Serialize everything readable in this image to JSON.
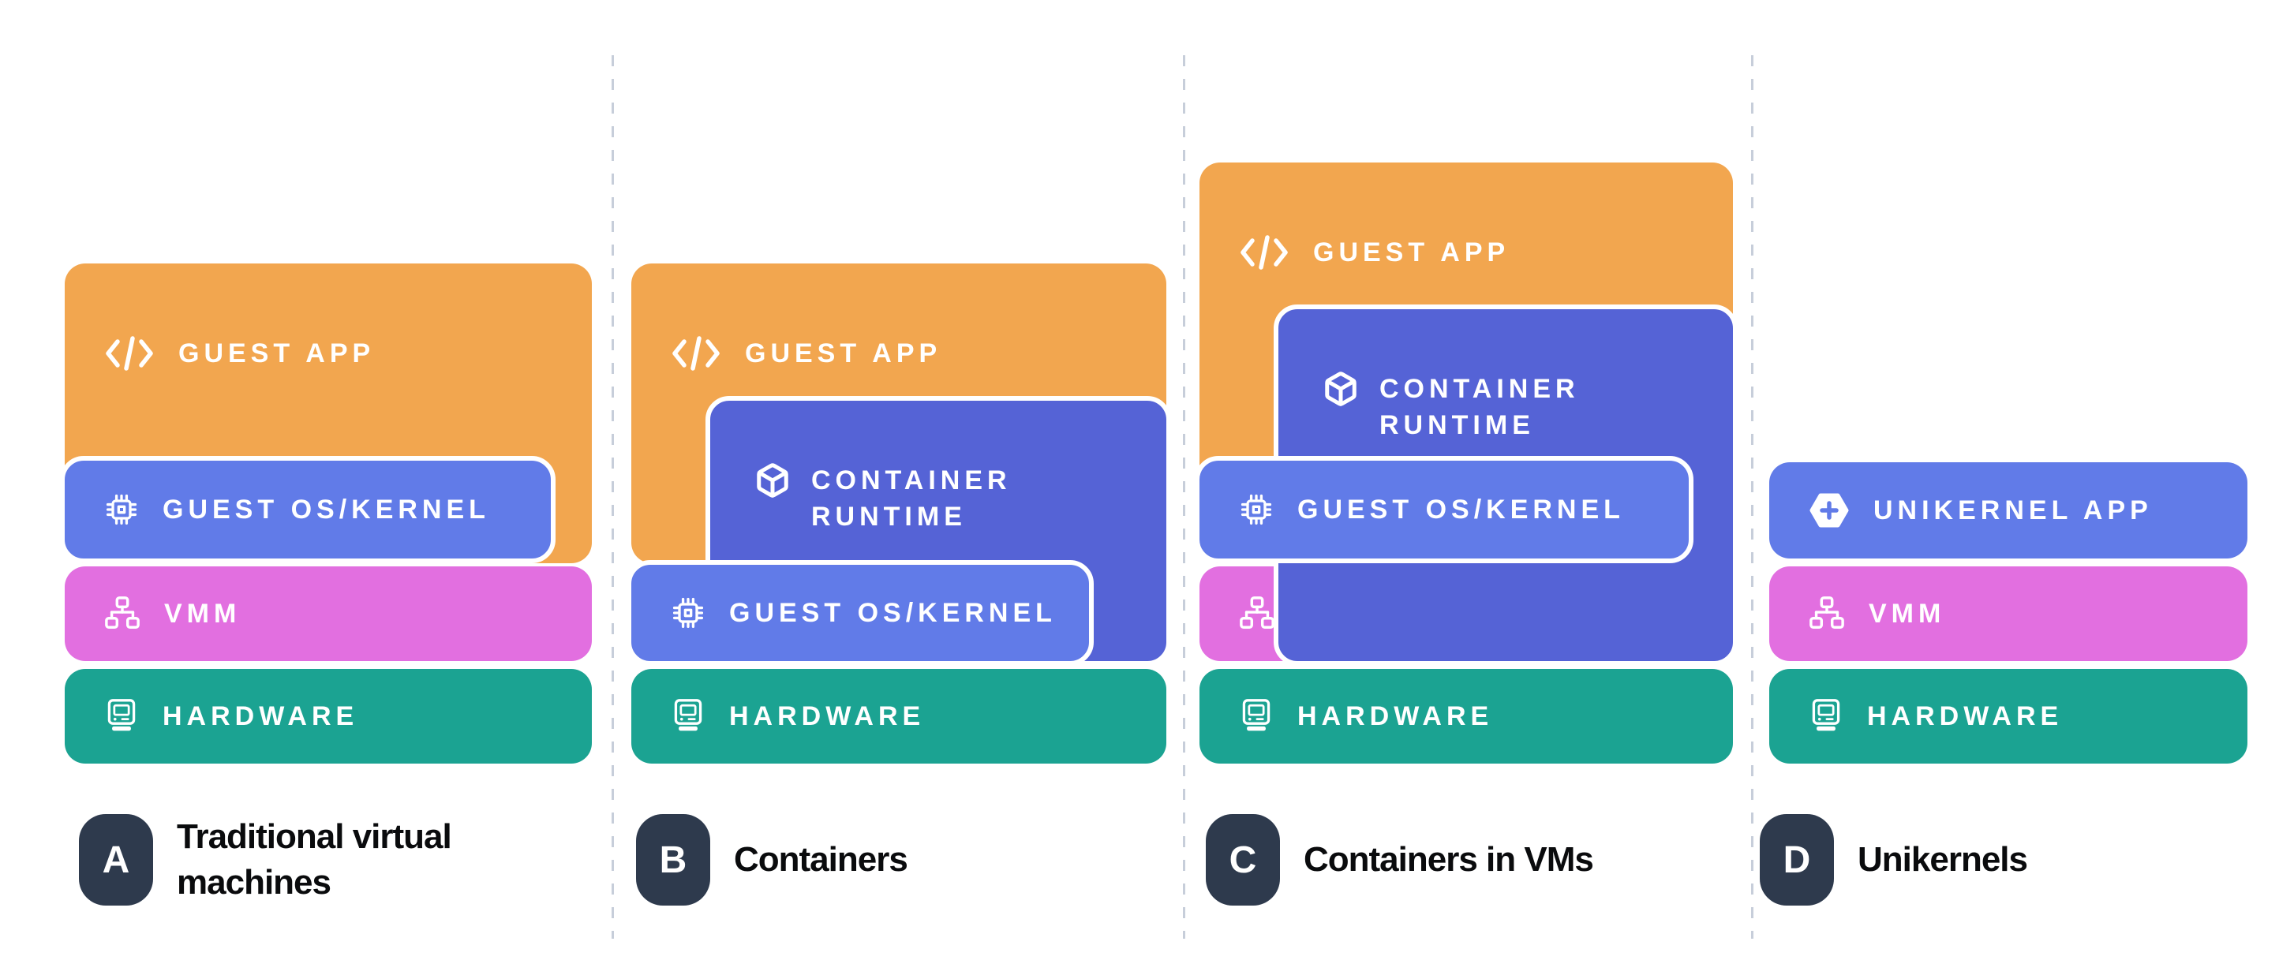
{
  "colors": {
    "orange": "#F2A64F",
    "app_blue": "#617BE8",
    "runtime_indigo": "#5563D6",
    "pink": "#E26FE0",
    "teal": "#1BA392",
    "badge_dark": "#2E3A4D",
    "divider": "#C7CEDA",
    "title_text": "#0A0B0D"
  },
  "labels": {
    "guest_app": "GUEST APP",
    "container_runtime": "CONTAINER RUNTIME",
    "guest_os": "GUEST OS/KERNEL",
    "vmm": "VMM",
    "hardware": "HARDWARE",
    "unikernel_app": "UNIKERNEL APP"
  },
  "icons": {
    "guest_app": "code-icon",
    "container_runtime": "cube-icon",
    "guest_os": "chip-icon",
    "vmm": "network-icon",
    "hardware": "monitor-icon",
    "unikernel_app": "hexagon-plus-icon"
  },
  "panels": [
    {
      "badge": "A",
      "title": "Traditional virtual machines",
      "layers": [
        "GUEST APP",
        "GUEST OS/KERNEL",
        "VMM",
        "HARDWARE"
      ]
    },
    {
      "badge": "B",
      "title": "Containers",
      "layers": [
        "GUEST APP",
        "CONTAINER RUNTIME",
        "GUEST OS/KERNEL",
        "HARDWARE"
      ]
    },
    {
      "badge": "C",
      "title": "Containers in VMs",
      "layers": [
        "GUEST APP",
        "CONTAINER RUNTIME",
        "GUEST OS/KERNEL",
        "VMM",
        "HARDWARE"
      ]
    },
    {
      "badge": "D",
      "title": "Unikernels",
      "layers": [
        "UNIKERNEL APP",
        "VMM",
        "HARDWARE"
      ]
    }
  ]
}
